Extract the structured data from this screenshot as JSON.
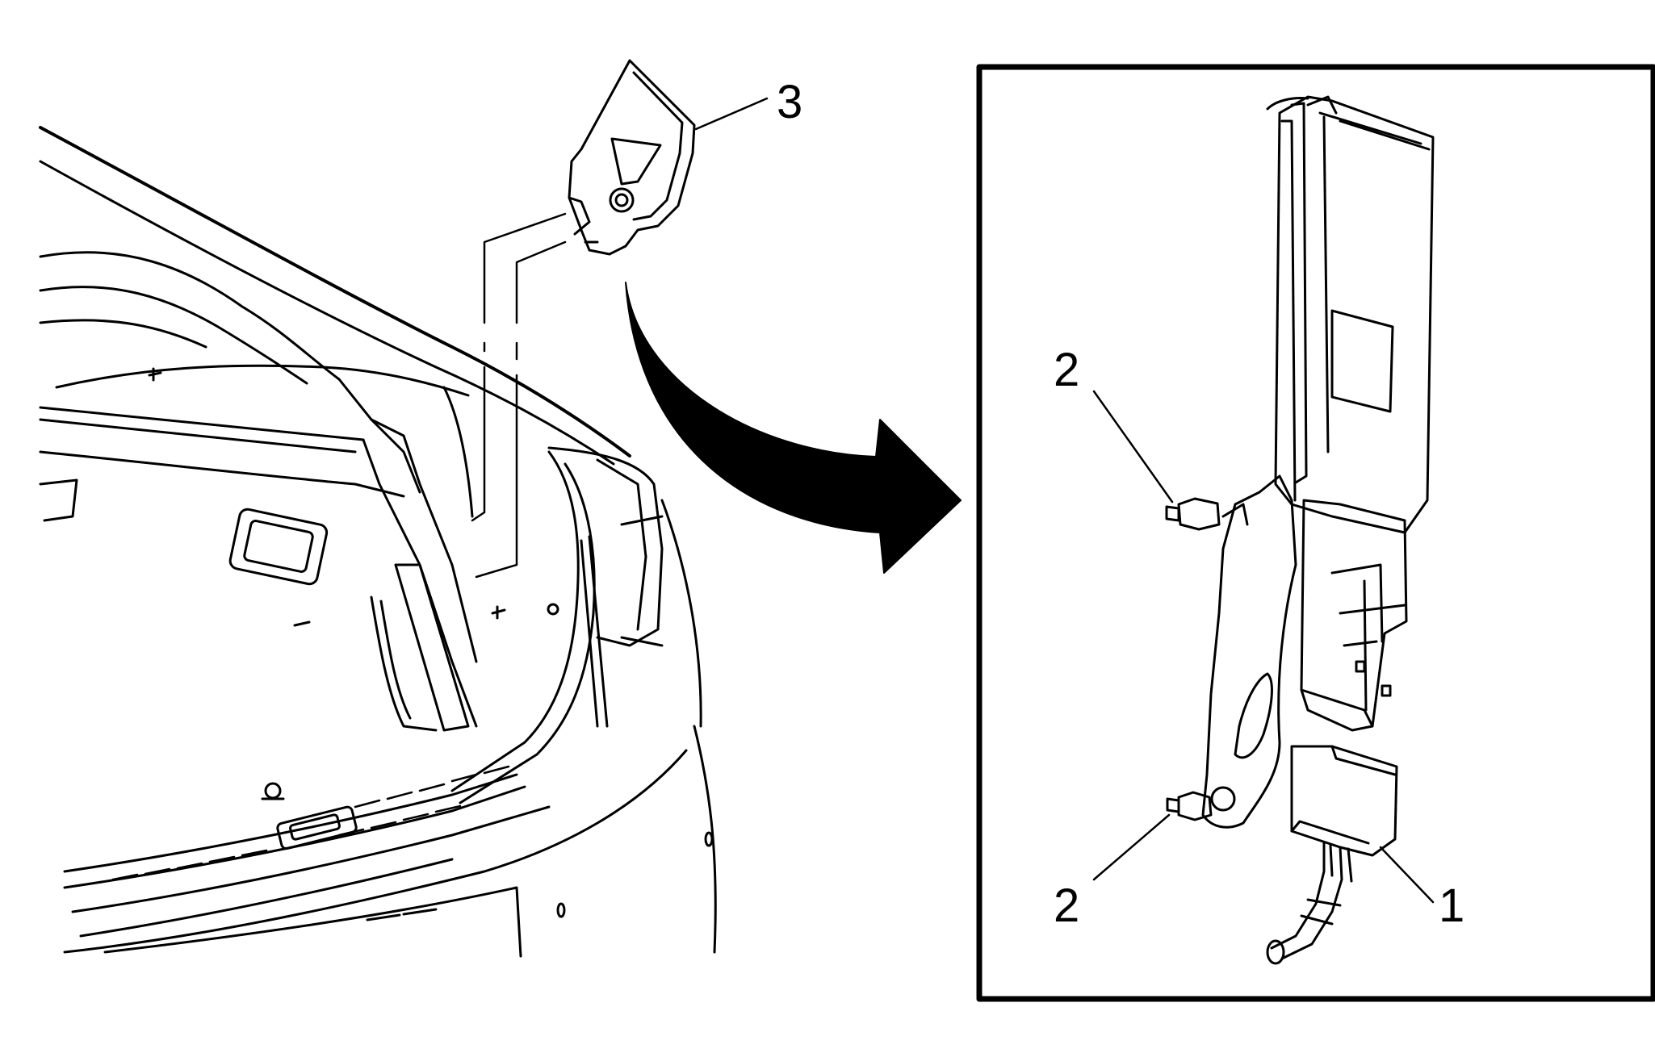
{
  "callouts": {
    "bracket": "3",
    "nut_upper": "2",
    "nut_lower": "2",
    "module": "1"
  },
  "colors": {
    "line": "#000000",
    "background": "#ffffff"
  }
}
